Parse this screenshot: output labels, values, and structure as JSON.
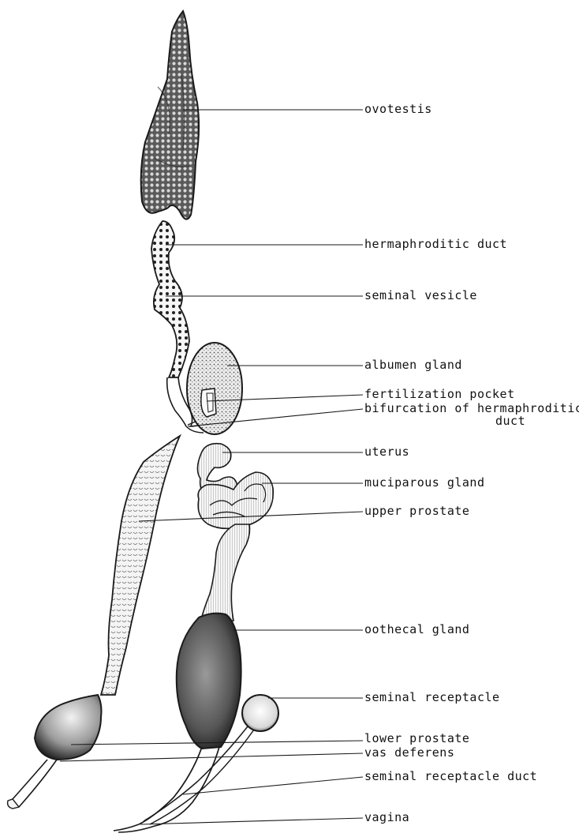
{
  "labels": {
    "ovotestis": "ovotestis",
    "hermaphroditic_duct": "hermaphroditic duct",
    "seminal_vesicle": "seminal vesicle",
    "albumen_gland": "albumen gland",
    "fertilization_pocket": "fertilization pocket",
    "bifurcation_line1": "bifurcation of hermaphroditic",
    "bifurcation_line2": "duct",
    "uterus": "uterus",
    "muciparous_gland": "muciparous gland",
    "upper_prostate": "upper prostate",
    "oothecal_gland": "oothecal gland",
    "seminal_receptacle": "seminal receptacle",
    "lower_prostate": "lower prostate",
    "vas_deferens": "vas deferens",
    "seminal_receptacle_duct": "seminal receptacle duct",
    "vagina": "vagina"
  },
  "colors": {
    "ink": "#1a1a1a",
    "paper": "#ffffff"
  }
}
